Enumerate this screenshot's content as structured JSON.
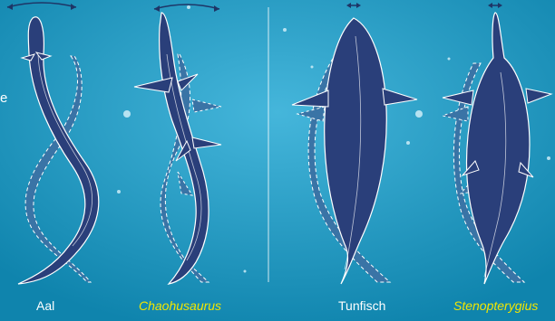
{
  "colors": {
    "water": "#1390b8",
    "water_light": "#3aaad0",
    "body_fill": "#2a3f7a",
    "shadow_fill": "#3a74a6",
    "outline": "#ffffff",
    "fossil_label": "#f2e600",
    "arrow": "#1e3566"
  },
  "edge_fragment": "e",
  "labels": {
    "aal": "Aal",
    "chaohusaurus": "Chaohusaurus",
    "tunfisch": "Tunfisch",
    "stenopterygius": "Stenopterygius"
  }
}
